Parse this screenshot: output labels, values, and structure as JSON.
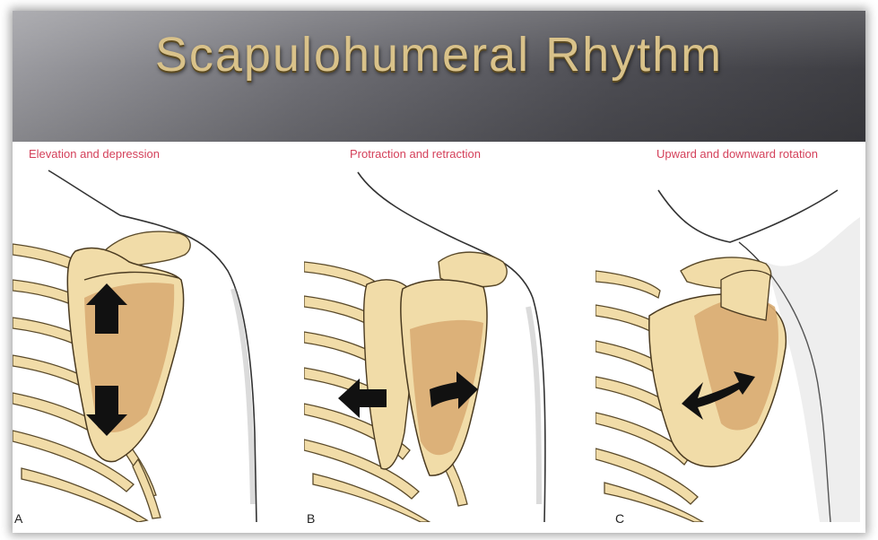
{
  "slide": {
    "title": "Scapulohumeral Rhythm"
  },
  "panels": [
    {
      "caption": "Elevation and depression",
      "letter": "A",
      "arrows": "vertical up and down"
    },
    {
      "caption": "Protraction and retraction",
      "letter": "B",
      "arrows": "horizontal left and right"
    },
    {
      "caption": "Upward and downward rotation",
      "letter": "C",
      "arrows": "diagonal rotation"
    }
  ],
  "colors": {
    "bone": "#f1dca8",
    "bone_shade": "#dcb27a",
    "caption": "#d4405a",
    "arrow": "#111111",
    "title": "#d9c28a"
  }
}
